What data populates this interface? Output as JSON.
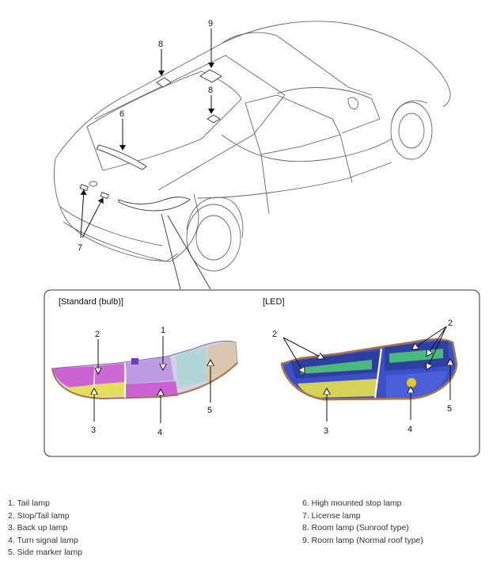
{
  "callouts": {
    "n1": "1",
    "n2": "2",
    "n3": "3",
    "n4": "4",
    "n5": "5",
    "n6": "6",
    "n7": "7",
    "n8": "8",
    "n9": "9"
  },
  "detail": {
    "standard_title": "[Standard (bulb)]",
    "led_title": "[LED]"
  },
  "legend": {
    "left": [
      "1. Tail lamp",
      "2. Stop/Tail lamp",
      "3. Back up lamp",
      "4. Turn signal lamp",
      "5. Side marker lamp"
    ],
    "right": [
      "6. High mounted stop lamp",
      "7. License lamp",
      "8. Room lamp (Sunroof type)",
      "9. Room lamp (Normal roof type)"
    ]
  },
  "colors": {
    "lens_magenta": "#c94fcf",
    "lens_yellow": "#e6e04a",
    "lens_blue": "#3b4fc8",
    "lens_green": "#4fc77a",
    "housing_brown": "#a8754a"
  }
}
